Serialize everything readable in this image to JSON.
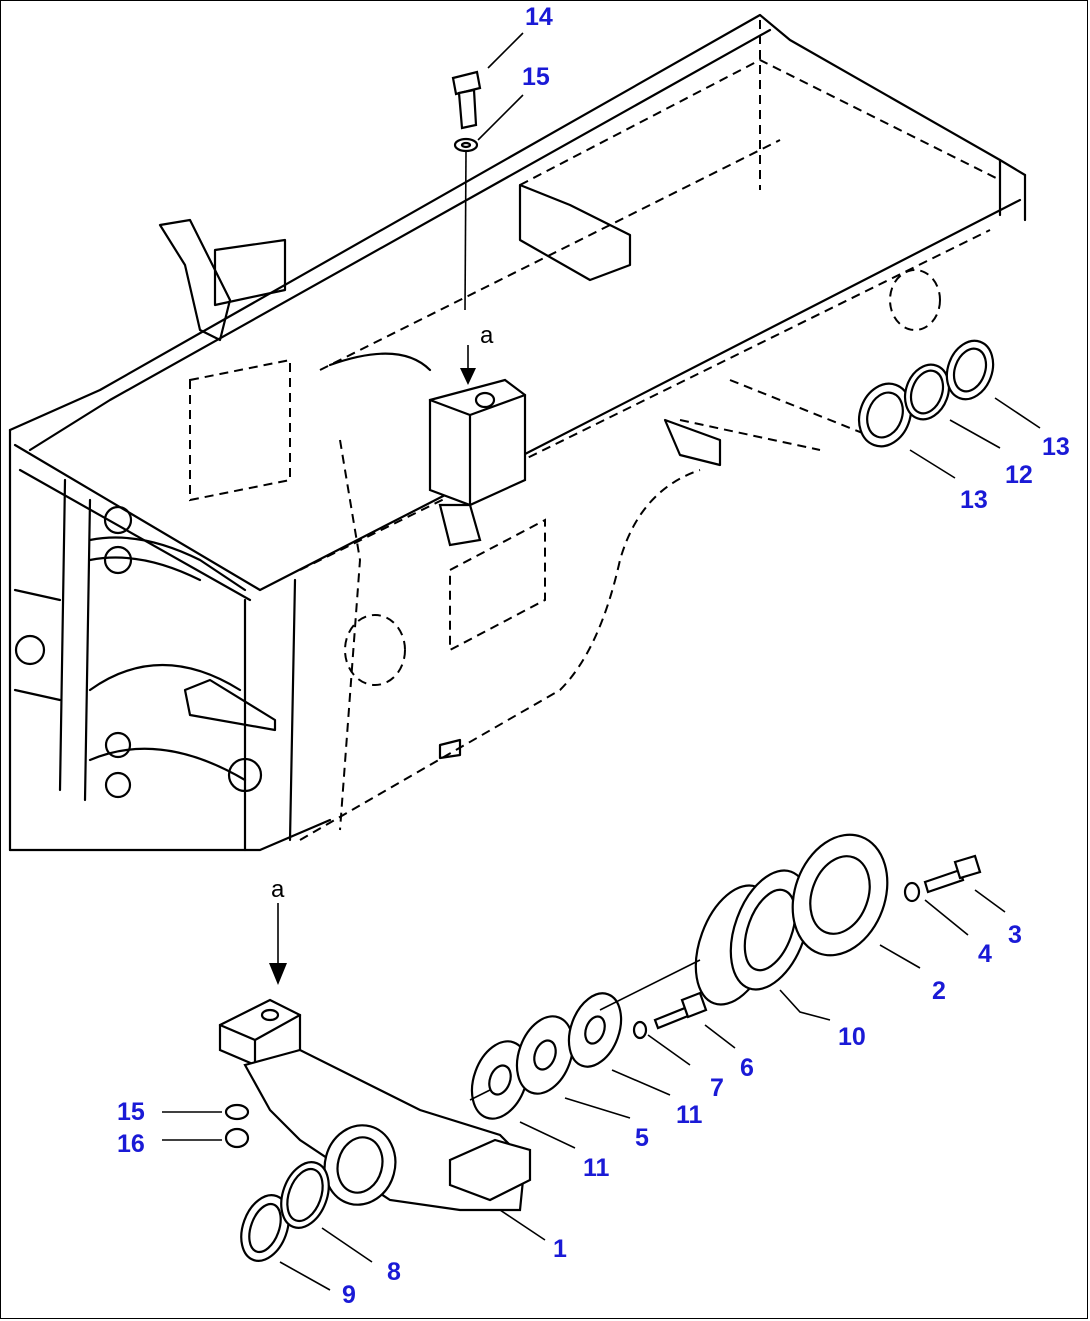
{
  "callouts": [
    {
      "id": "c14",
      "text": "14"
    },
    {
      "id": "c15a",
      "text": "15"
    },
    {
      "id": "c13a",
      "text": "13"
    },
    {
      "id": "c12",
      "text": "12"
    },
    {
      "id": "c13b",
      "text": "13"
    },
    {
      "id": "c3",
      "text": "3"
    },
    {
      "id": "c4",
      "text": "4"
    },
    {
      "id": "c2",
      "text": "2"
    },
    {
      "id": "c10",
      "text": "10"
    },
    {
      "id": "c6",
      "text": "6"
    },
    {
      "id": "c7",
      "text": "7"
    },
    {
      "id": "c11a",
      "text": "11"
    },
    {
      "id": "c5",
      "text": "5"
    },
    {
      "id": "c11b",
      "text": "11"
    },
    {
      "id": "c15b",
      "text": "15"
    },
    {
      "id": "c16",
      "text": "16"
    },
    {
      "id": "c1",
      "text": "1"
    },
    {
      "id": "c8",
      "text": "8"
    },
    {
      "id": "c9",
      "text": "9"
    }
  ],
  "reference_labels": {
    "upper": "a",
    "lower": "a"
  },
  "colors": {
    "callout": "#1a1ad6",
    "line": "#000000",
    "background": "#ffffff"
  }
}
